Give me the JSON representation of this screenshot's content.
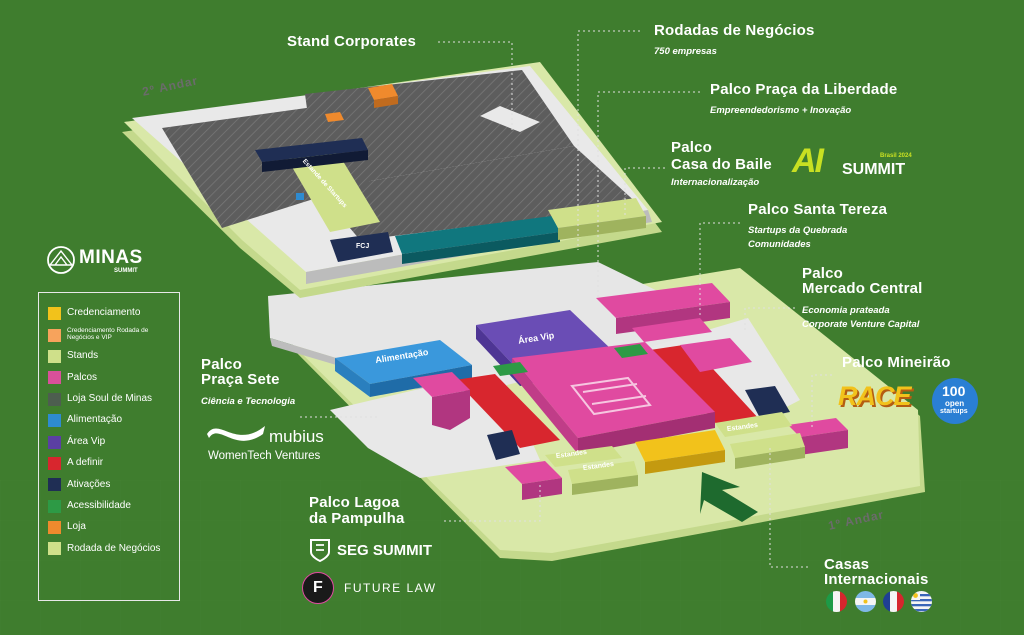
{
  "map": {
    "floor_upper": "2º Andar",
    "floor_lower": "1º Andar",
    "areas": {
      "alimentacao": "Alimentação",
      "area_vip": "Área Vip",
      "estandes": "Estandes",
      "vitrine": "Estande de Startups",
      "fcj": "FCJ"
    }
  },
  "callouts": {
    "stand_corporates": {
      "title": "Stand Corporates"
    },
    "rodadas": {
      "title": "Rodadas de Negócios",
      "subtitle": "750 empresas"
    },
    "praca_liberdade": {
      "title": "Palco Praça da Liberdade",
      "subtitle": "Empreendedorismo + Inovação"
    },
    "casa_baile": {
      "title_line1": "Palco",
      "title_line2": "Casa do Baile",
      "subtitle": "Internacionalização"
    },
    "santa_tereza": {
      "title": "Palco Santa Tereza",
      "subtitle_line1": "Startups da Quebrada",
      "subtitle_line2": "Comunidades"
    },
    "mercado_central": {
      "title_line1": "Palco",
      "title_line2": "Mercado Central",
      "subtitle_line1": "Economia prateada",
      "subtitle_line2": "Corporate Venture Capital"
    },
    "mineirao": {
      "title": "Palco Mineirão"
    },
    "praca_sete": {
      "title_line1": "Palco",
      "title_line2": "Praça Sete",
      "subtitle": "Ciência e Tecnologia"
    },
    "lagoa_pampulha": {
      "title_line1": "Palco Lagoa",
      "title_line2": "da Pampulha"
    },
    "casas_internacionais": {
      "title_line1": "Casas",
      "title_line2": "Internacionais"
    }
  },
  "logos": {
    "minas_summit": {
      "main": "MINAS",
      "sub": "SUMMIT"
    },
    "ai_summit": {
      "mark": "AI",
      "word": "SUMMIT",
      "tag": "Brasil 2024"
    },
    "race": "RACE",
    "open_startups": {
      "num": "100",
      "line1": "open",
      "line2": "startups"
    },
    "mubius": {
      "word": "mubius",
      "line2": "WomenTech Ventures"
    },
    "seg_summit": "SEG SUMMIT",
    "future_law": {
      "mark": "F",
      "word": "FUTURE LAW"
    }
  },
  "legend": {
    "items": [
      {
        "label": "Credenciamento",
        "color": "#f2c21b"
      },
      {
        "label": "Credenciamento Rodada de Negócios e VIP",
        "color": "#f7a35c",
        "small": true
      },
      {
        "label": "Stands",
        "color": "#cfe08a"
      },
      {
        "label": "Palcos",
        "color": "#d9509a"
      },
      {
        "label": "Loja Soul de Minas",
        "color": "#4d5e4f"
      },
      {
        "label": "Alimentação",
        "color": "#2e8bd0"
      },
      {
        "label": "Área Vip",
        "color": "#5b3fa3"
      },
      {
        "label": "A definir",
        "color": "#d8262e"
      },
      {
        "label": "Ativações",
        "color": "#1f2e54"
      },
      {
        "label": "Acessibilidade",
        "color": "#2d9a45"
      },
      {
        "label": "Loja",
        "color": "#ef8a2d"
      },
      {
        "label": "Rodada de Negócios",
        "color": "#cfe08a"
      }
    ]
  },
  "colors": {
    "background": "#3f7d2e",
    "palco": "#d9509a",
    "stands": "#cfe08a",
    "floor": "#e6e6e6",
    "grid": "#5b5b5b",
    "vip": "#5b3fa3",
    "food": "#2e8bd0",
    "red": "#d8262e",
    "navy": "#1f2e54",
    "teal": "#10777e",
    "orange": "#ef8a2d",
    "yellow": "#f2c21b",
    "arrow": "#1e6a2e"
  }
}
